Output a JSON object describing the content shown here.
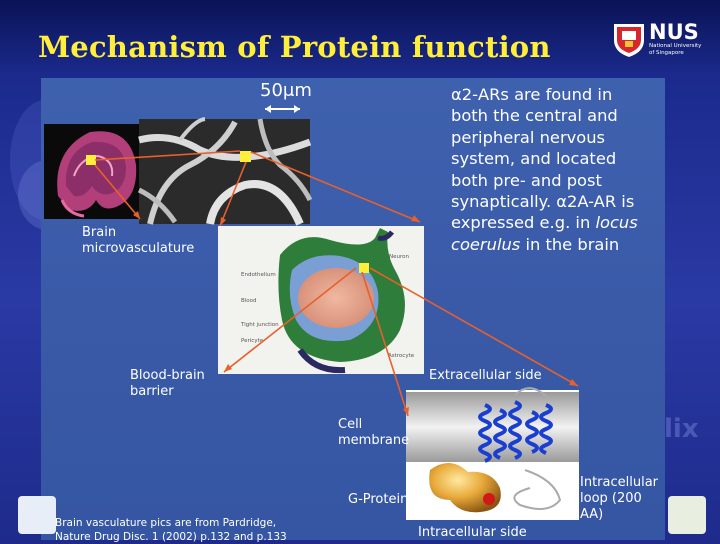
{
  "slide": {
    "title": "Mechanism of Protein function",
    "logo": {
      "name": "NUS",
      "subtitle_line1": "National University",
      "subtitle_line2": "of Singapore"
    }
  },
  "figure": {
    "scale_bar": "50μm",
    "brain_label_line1": "Brain",
    "brain_label_line2": "microvasculature",
    "bbb_label_line1": "Blood-brain",
    "bbb_label_line2": "barrier",
    "extracellular_label": "Extracellular side",
    "cell_membrane_line1": "Cell",
    "cell_membrane_line2": "membrane",
    "g_protein_label": "G-Protein",
    "intracellular_loop_line1": "Intracellular",
    "intracellular_loop_line2": "loop (200",
    "intracellular_loop_line3": "AA)",
    "intracellular_side_label": "Intracellular side",
    "bbb_inset_labels": {
      "endothelium": "Endothelium",
      "blood": "Blood",
      "tight_junction": "Tight junction",
      "pericyte": "Pericyte",
      "neuron": "Neuron",
      "astrocyte": "Astrocyte"
    },
    "side_decoration_text": "lix"
  },
  "description": {
    "line1": "α2-ARs are found in",
    "line2": "both the central and",
    "line3": "peripheral nervous",
    "line4": "system, and located",
    "line5": "both pre- and post",
    "line6": "synaptically. α2A-AR is",
    "line7_pre": "expressed e.g. in ",
    "line7_italic": "locus",
    "line8_italic": "coerulus",
    "line8_post": " in the brain"
  },
  "footnote": {
    "line1": "Brain vasculature pics are from Pardridge,",
    "line2": "Nature Drug Disc. 1 (2002) p.132 and p.133"
  },
  "colors": {
    "title": "#ffee3a",
    "arrow": "#e8602c",
    "panel": "#3a5aa8",
    "helix": "#1a3fd0"
  }
}
